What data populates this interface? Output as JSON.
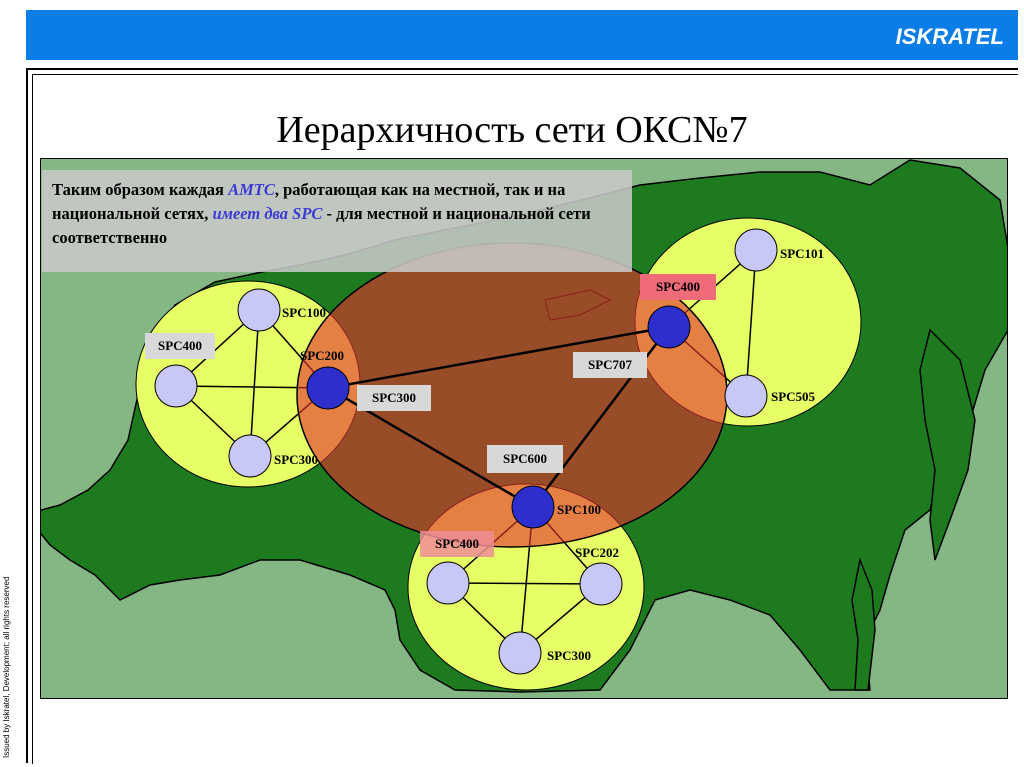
{
  "header": {
    "logo": "ISKRATEL"
  },
  "side_note": "Issued by Iskratel, Development; all rights reserved",
  "title": "Иерархичность сети ОКС№7",
  "note": {
    "part1": "Таким образом каждая ",
    "highlight1": "АМТС",
    "part2": ", работающая как на местной, так и на национальной сетях, ",
    "highlight2": "имеет два SPC",
    "part3": " - для местной и национальной сети соответственно"
  },
  "labels": {
    "west_spc100": "SPC100",
    "west_spc200": "SPC200",
    "west_spc300": "SPC300",
    "west_spc400": "SPC400",
    "national_spc300": "SPC300",
    "east_spc101": "SPC101",
    "east_spc400": "SPC400",
    "east_spc505": "SPC505",
    "national_spc707": "SPC707",
    "national_spc600": "SPC600",
    "south_spc100": "SPC100",
    "south_spc400": "SPC400",
    "south_spc202": "SPC202",
    "south_spc300": "SPC300"
  },
  "colors": {
    "header_blue": "#0a7ee6",
    "sea_green": "#84b784",
    "land_green": "#1e7a1e",
    "local_network": "#e6ff66",
    "national_network": "#e3322f",
    "node_local": "#c8c8f8",
    "node_gateway": "#2e2ecc"
  }
}
